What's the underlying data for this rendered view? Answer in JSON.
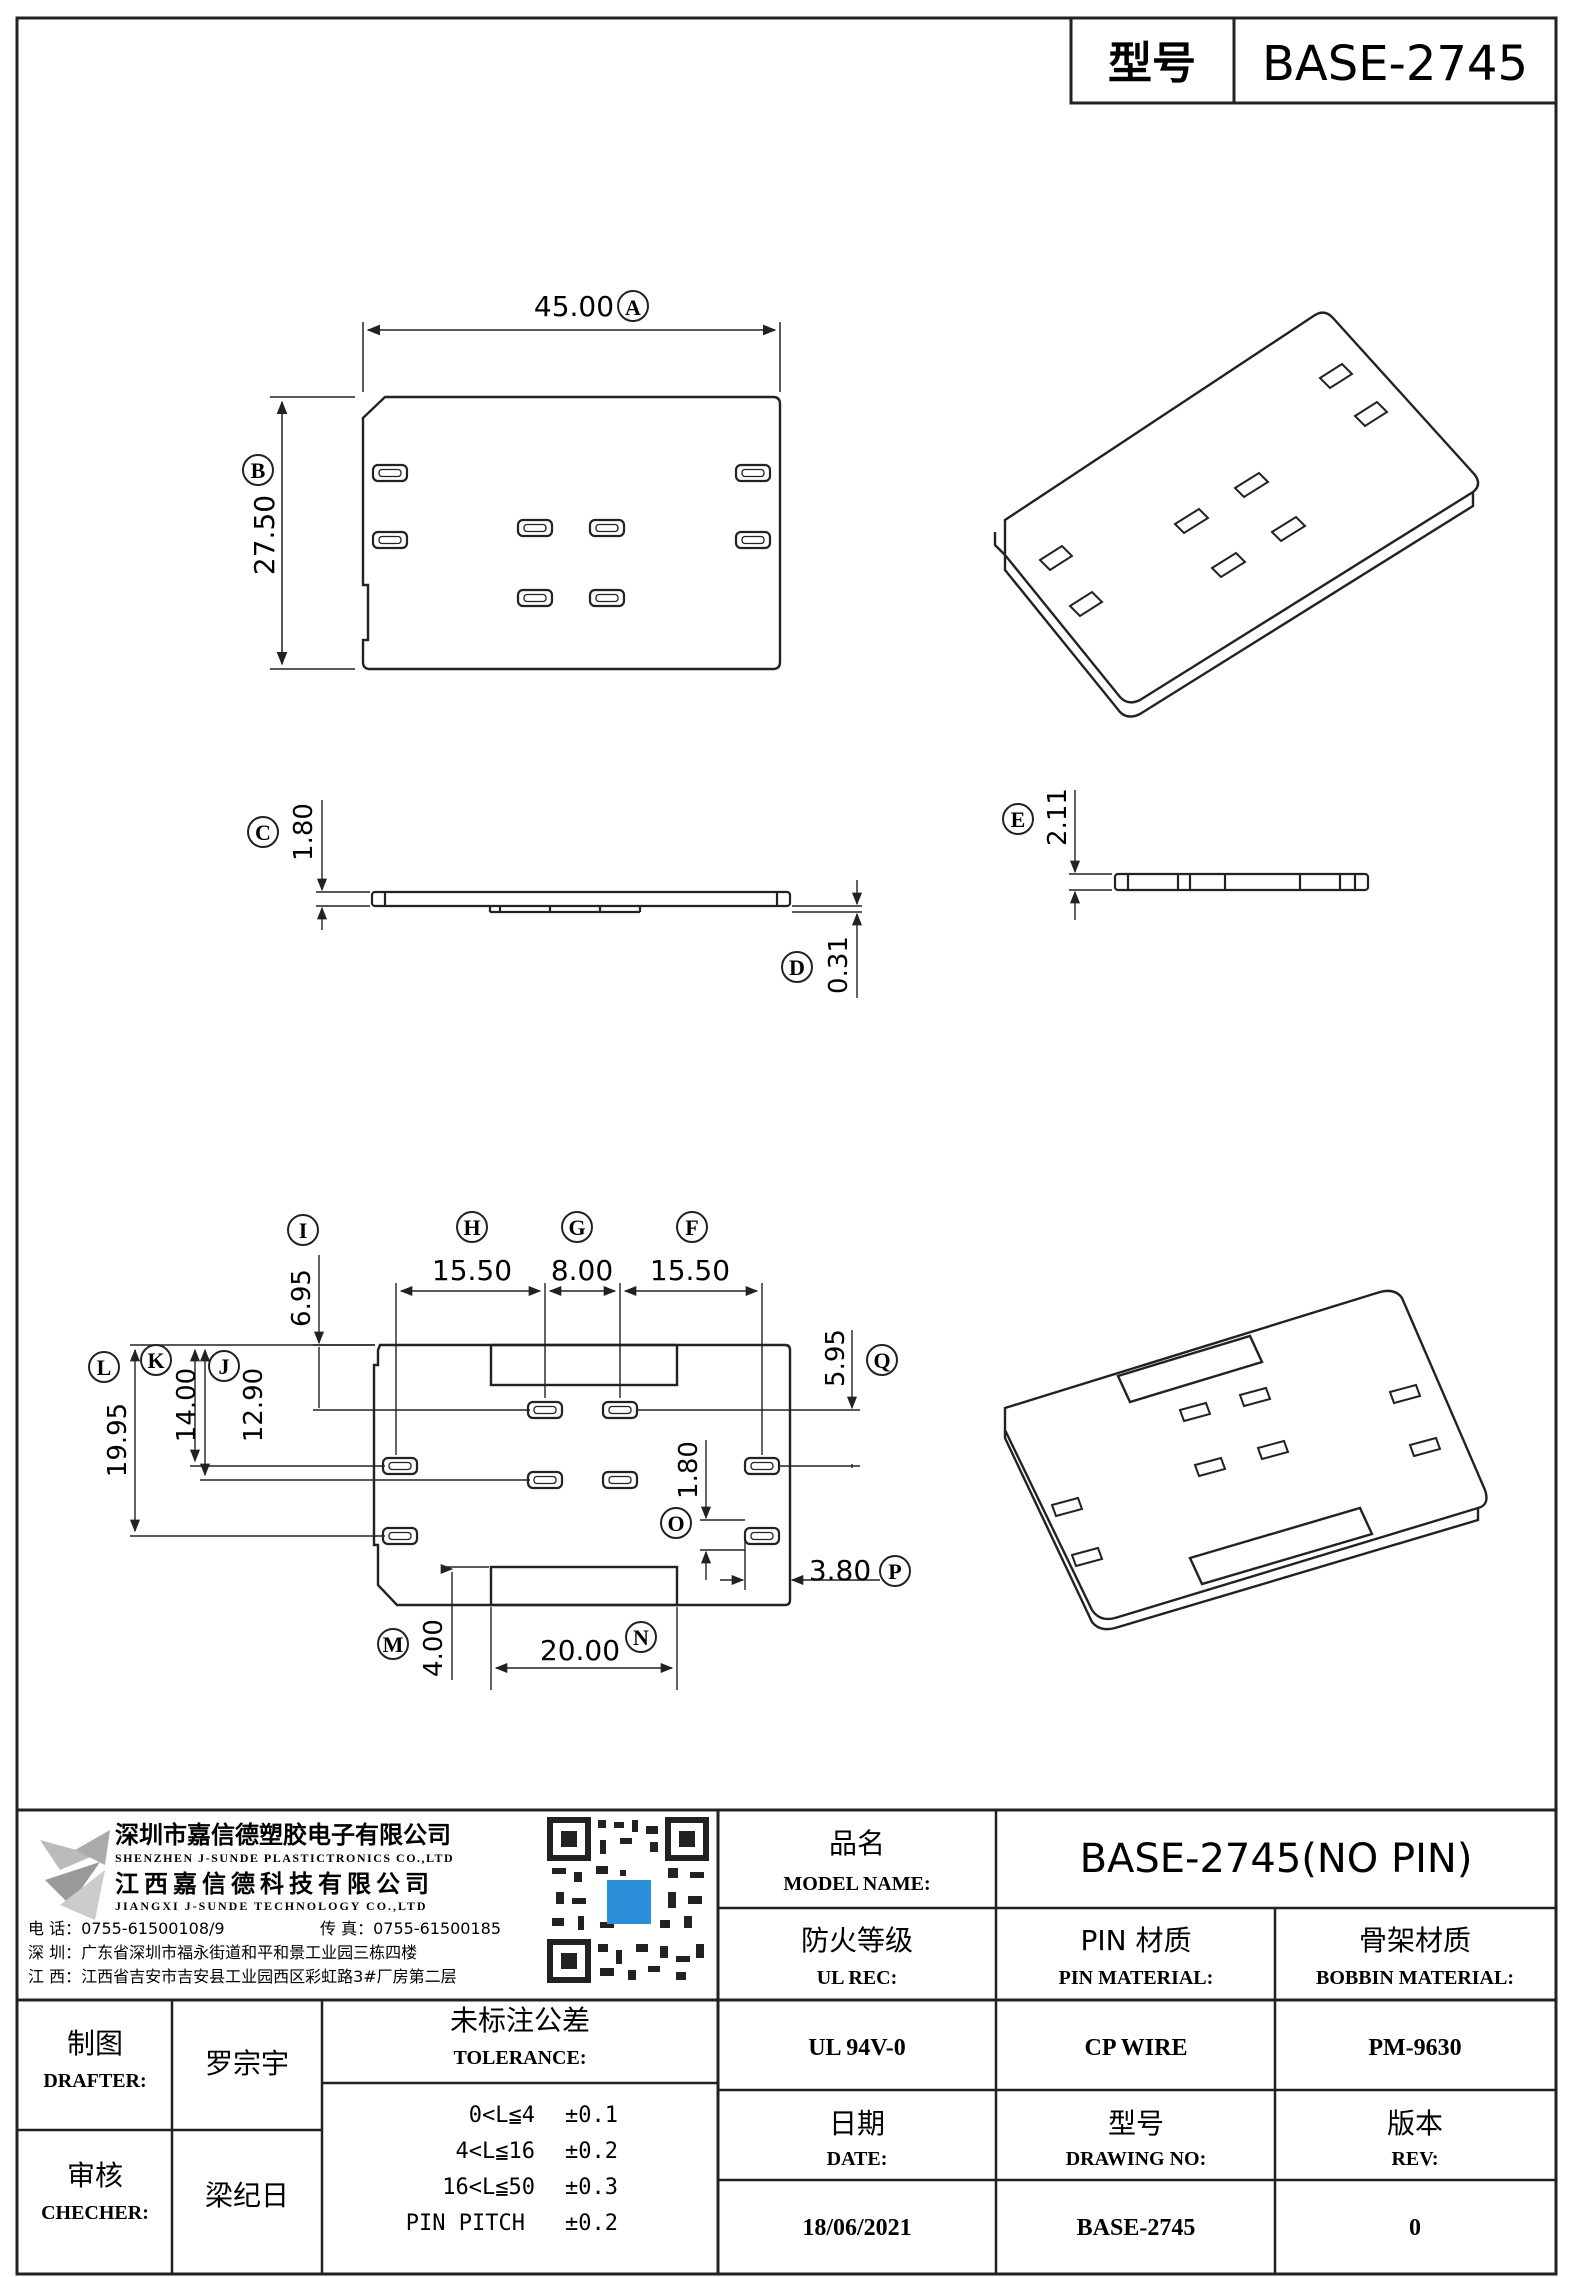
{
  "header": {
    "model_label": "型号",
    "model_value": "BASE-2745"
  },
  "dimensions": {
    "A": {
      "letter": "A",
      "value": "45.00"
    },
    "B": {
      "letter": "B",
      "value": "27.50"
    },
    "C": {
      "letter": "C",
      "value": "1.80"
    },
    "D": {
      "letter": "D",
      "value": "0.31"
    },
    "E": {
      "letter": "E",
      "value": "2.11"
    },
    "F": {
      "letter": "F",
      "value": "15.50"
    },
    "G": {
      "letter": "G",
      "value": "8.00"
    },
    "H": {
      "letter": "H",
      "value": "15.50"
    },
    "I": {
      "letter": "I",
      "value": "6.95"
    },
    "J": {
      "letter": "J",
      "value": "12.90"
    },
    "K": {
      "letter": "K",
      "value": "14.00"
    },
    "L": {
      "letter": "L",
      "value": "19.95"
    },
    "M": {
      "letter": "M",
      "value": "4.00"
    },
    "N": {
      "letter": "N",
      "value": "20.00"
    },
    "O": {
      "letter": "O",
      "value": "1.80"
    },
    "P": {
      "letter": "P",
      "value": "3.80"
    },
    "Q": {
      "letter": "Q",
      "value": "5.95"
    }
  },
  "company": {
    "name_sz": "深圳市嘉信德塑胶电子有限公司",
    "name_sz_en": "SHENZHEN J-SUNDE PLASTICTRONICS CO.,LTD",
    "name_jx": "江西嘉信德科技有限公司",
    "name_jx_en": "JIANGXI J-SUNDE TECHNOLOGY CO.,LTD",
    "phone_line": "电 话：0755-61500108/9",
    "fax_line": "传 真：0755-61500185",
    "addr_sz": "深 圳：广东省深圳市福永街道和平和景工业园三栋四楼",
    "addr_jx": "江 西：江西省吉安市吉安县工业园西区彩虹路3#厂房第二层"
  },
  "title_block": {
    "model_name_cn": "品名",
    "model_name_en": "MODEL NAME:",
    "model_name_value": "BASE-2745(NO PIN)",
    "ul_cn": "防火等级",
    "ul_en": "UL REC:",
    "pin_mat_cn": "PIN 材质",
    "pin_mat_en": "PIN MATERIAL:",
    "bobbin_cn": "骨架材质",
    "bobbin_en": "BOBBIN MATERIAL:",
    "drafter_cn": "制图",
    "drafter_en": "DRAFTER:",
    "drafter_name": "罗宗宇",
    "tol_cn": "未标注公差",
    "tol_en": "TOLERANCE:",
    "ul_value": "UL 94V-0",
    "pin_value": "CP WIRE",
    "bobbin_value": "PM-9630",
    "checker_cn": "审核",
    "checker_en": "CHECHER:",
    "checker_name": "梁纪日",
    "tol_rows": [
      {
        "range": "0<L≦4",
        "tol": "±0.1"
      },
      {
        "range": "4<L≦16",
        "tol": "±0.2"
      },
      {
        "range": "16<L≦50",
        "tol": "±0.3"
      },
      {
        "range": "PIN PITCH",
        "tol": "±0.2"
      }
    ],
    "date_cn": "日期",
    "date_en": "DATE:",
    "drawing_cn": "型号",
    "drawing_en": "DRAWING NO:",
    "rev_cn": "版本",
    "rev_en": "REV:",
    "date_value": "18/06/2021",
    "drawing_value": "BASE-2745",
    "rev_value": "0"
  }
}
